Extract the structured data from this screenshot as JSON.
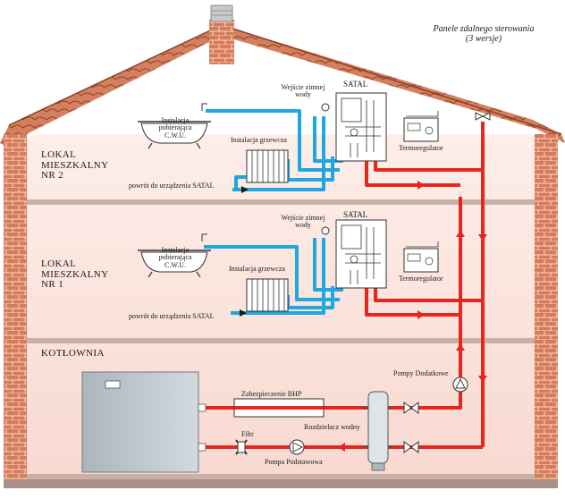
{
  "remote_panels": {
    "line1": "Panele zdalnego sterowania",
    "line2": "(3 wersje)"
  },
  "floors": {
    "floor2": {
      "line1": "LOKAL",
      "line2": "MIESZKALNY",
      "line3": "NR 2"
    },
    "floor1": {
      "line1": "LOKAL",
      "line2": "MIESZKALNY",
      "line3": "NR 1"
    },
    "boiler_room": "KOTŁOWNIA"
  },
  "labels": {
    "satal": "SATAL",
    "cold_water_inlet": {
      "line1": "Wejście zimnej",
      "line2": "wody"
    },
    "dhw_install": {
      "line1": "Instalacja",
      "line2": "pobierająca",
      "line3": "C.W.U."
    },
    "heating_install": "Instalacja grzewcza",
    "return_to_satal": "powrót do urządzenia SATAL",
    "thermoregulator": "Termoregulator",
    "extra_pumps": "Pompy Dodatkowe",
    "bhp_protection": "Zabezpieczenie BHP",
    "water_distributor": "Rozdzielacz wodny",
    "filter": "Filtr",
    "main_pump": "Pompa Podstawowa"
  },
  "colors": {
    "hot_pipe": "#e8261e",
    "cold_pipe": "#1ea7e1",
    "brick": "#c96a4a",
    "roof": "#c96a4a",
    "wall_fill": "#fbe3dc",
    "boiler": "#b9c3c9"
  },
  "icons": [
    "chimney-icon",
    "bathtub-icon",
    "radiator-icon",
    "satal-unit-icon",
    "thermoregulator-icon",
    "pump-icon",
    "valve-icon",
    "filter-icon",
    "boiler-icon",
    "water-distributor-icon"
  ]
}
